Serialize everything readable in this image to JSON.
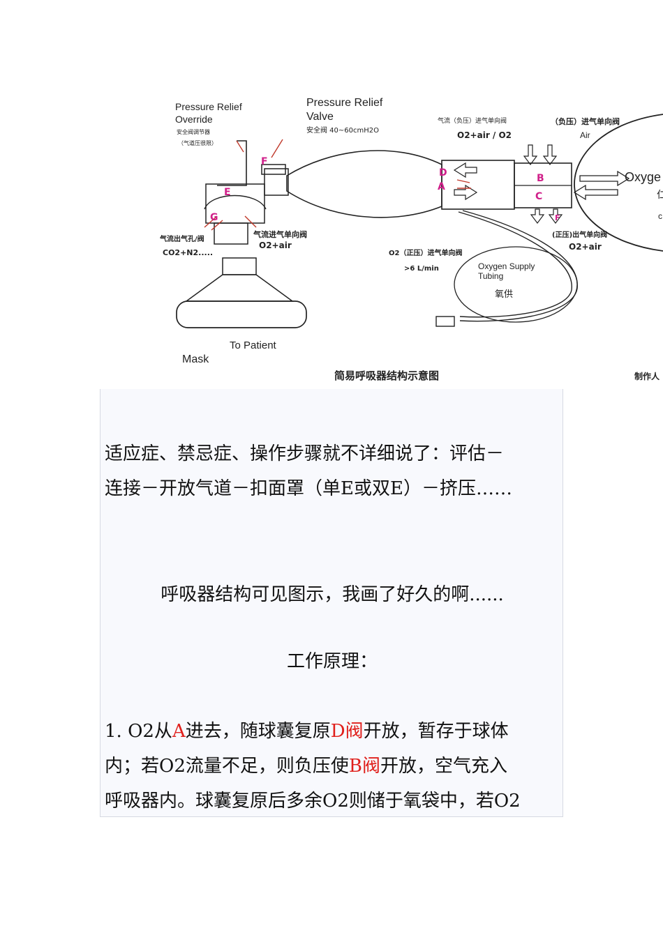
{
  "diagram": {
    "labels": {
      "override_en1": "Pressure Relief",
      "override_en2": "Override",
      "override_cn1": "安全阀调节器",
      "override_cn2": "（气道压很限）",
      "valve_en1": "Pressure Relief",
      "valve_en2": "Valve",
      "valve_cn": "安全阀 40~60cmH2O",
      "top_inlet_cn": "气流（负压）进气单向阀",
      "top_inlet_formula": "O2+air / O2",
      "neg_inlet_cn": "（负压）进气单向阀",
      "air": "Air",
      "oxygen_cut": "Oxyge",
      "oxygen_cut_cn": "仁",
      "oxygen_cut_c": "c",
      "outflow_cn": "气流出气孔/阀",
      "outflow_formula": "CO2+N2.....",
      "inflow_cn": "气流进气单向阀",
      "inflow_formula": "O2+air",
      "o2_inlet_cn": "O2（正压）进气单向阀",
      "o2_flow": ">6 L/min",
      "pos_outlet_cn": "(正压)出气单向阀",
      "pos_outlet_formula": "O2+air",
      "supply_en1": "Oxygen Supply",
      "supply_en2": "Tubing",
      "supply_cn": "氧供",
      "to_patient": "To Patient",
      "mask": "Mask",
      "caption": "简易呼吸器结构示意图",
      "author": "制作人"
    },
    "letters": {
      "A": "A",
      "B": "B",
      "C": "C",
      "D": "D",
      "E": "E",
      "F": "F",
      "G": "G",
      "F2": "F"
    },
    "colors": {
      "letter_magenta": "#d0208a",
      "arrow_red": "#c0392b",
      "line": "#222222"
    }
  },
  "text": {
    "p1_line1": "适应症、禁忌症、操作步骤就不详细说了：评估－",
    "p1_line2": "连接－开放气道－扣面罩（单E或双E）－挤压……",
    "p2": "呼吸器结构可见图示，我画了好久的啊......",
    "heading": "工作原理：",
    "p3_l1_a": "1. O2从",
    "p3_l1_b": "A",
    "p3_l1_c": "进去，随球囊复原",
    "p3_l1_d": "D阀",
    "p3_l1_e": "开放，暂存于球体",
    "p3_l2_a": "内；若O2流量不足，则负压使",
    "p3_l2_b": "B阀",
    "p3_l2_c": "开放，空气充入",
    "p3_l3": "呼吸器内。球囊复原后多余O2则储于氧袋中，若O2"
  },
  "colors": {
    "accent_red": "#e0201c",
    "panel_bg": "#f8f9fd"
  }
}
